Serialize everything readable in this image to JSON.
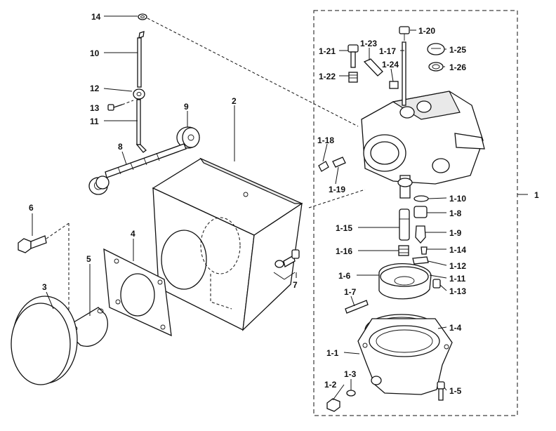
{
  "labels": {
    "p14": "14",
    "p10": "10",
    "p12": "12",
    "p13": "13",
    "p11": "11",
    "p9": "9",
    "p8": "8",
    "p2": "2",
    "p6": "6",
    "p4": "4",
    "p5": "5",
    "p3": "3",
    "p7": "7",
    "p1": "1",
    "p1_20": "1-20",
    "p1_21": "1-21",
    "p1_23": "1-23",
    "p1_17": "1-17",
    "p1_25": "1-25",
    "p1_22": "1-22",
    "p1_24": "1-24",
    "p1_26": "1-26",
    "p1_18": "1-18",
    "p1_19": "1-19",
    "p1_10": "1-10",
    "p1_8": "1-8",
    "p1_15": "1-15",
    "p1_9": "1-9",
    "p1_16": "1-16",
    "p1_14": "1-14",
    "p1_12": "1-12",
    "p1_6": "1-6",
    "p1_11": "1-11",
    "p1_7": "1-7",
    "p1_13": "1-13",
    "p1_4": "1-4",
    "p1_1": "1-1",
    "p1_3": "1-3",
    "p1_2": "1-2",
    "p1_5": "1-5"
  }
}
